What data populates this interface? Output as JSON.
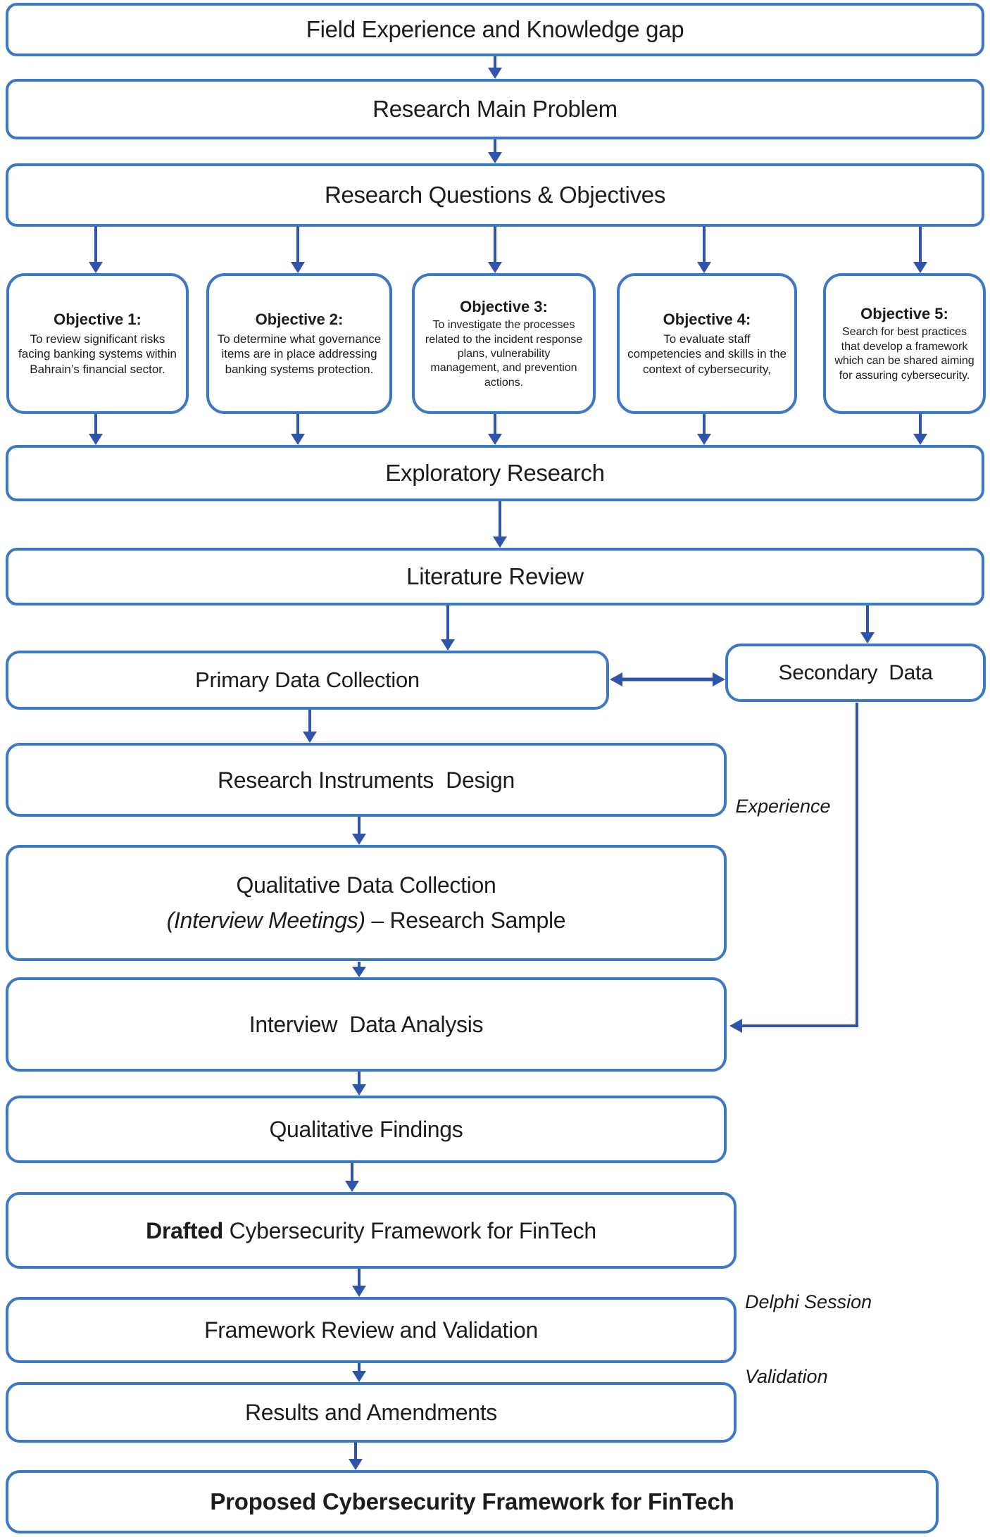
{
  "colors": {
    "box_border": "#3b78c8",
    "arrow": "#2e54ab",
    "text": "#1c1c1c",
    "background": "#ffffff"
  },
  "flow": {
    "field_experience": "Field Experience and Knowledge gap",
    "research_main_problem": "Research Main Problem",
    "research_questions": "Research Questions & Objectives",
    "exploratory_research": "Exploratory Research",
    "literature_review": "Literature Review",
    "primary_data_collection": "Primary Data Collection",
    "secondary_data": "Secondary  Data",
    "research_instruments_design": "Research Instruments  Design",
    "qualitative_data_collection_line1": "Qualitative Data Collection",
    "qualitative_data_collection_line2_italic": "(Interview Meetings)",
    "qualitative_data_collection_line2_rest": " – Research Sample",
    "interview_data_analysis": "Interview  Data Analysis",
    "qualitative_findings": "Qualitative Findings",
    "drafted_framework_bold": "Drafted",
    "drafted_framework_rest": " Cybersecurity Framework for FinTech",
    "framework_review_validation": "Framework Review and Validation",
    "results_and_amendments": "Results and Amendments",
    "proposed_framework": "Proposed Cybersecurity Framework for FinTech"
  },
  "objectives": [
    {
      "title": "Objective 1:",
      "body": "To review significant risks facing banking systems within Bahrain’s financial sector."
    },
    {
      "title": "Objective 2:",
      "body": "To determine what governance items are in place addressing banking systems protection."
    },
    {
      "title": "Objective 3:",
      "body": "To investigate the processes related to the incident response plans, vulnerability management, and prevention actions."
    },
    {
      "title": "Objective 4:",
      "body": "To evaluate staff competencies and skills in the context of cybersecurity,"
    },
    {
      "title": "Objective 5:",
      "body": "Search for best practices that develop a framework which can be shared aiming for assuring cybersecurity."
    }
  ],
  "annotations": {
    "experience": "Experience",
    "delphi_session": "Delphi Session",
    "validation": "Validation"
  }
}
